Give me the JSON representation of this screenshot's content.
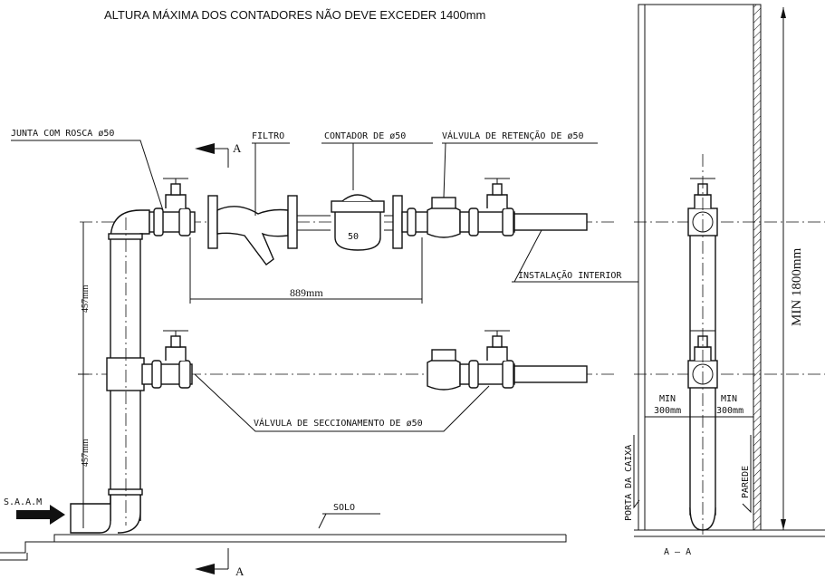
{
  "title": "ALTURA MÁXIMA DOS CONTADORES NÃO DEVE EXCEDER 1400mm",
  "labels": {
    "junta": "JUNTA COM ROSCA ø50",
    "filtro": "FILTRO",
    "contador": "CONTADOR DE ø50",
    "retencao": "VÁLVULA DE RETENÇÃO DE ø50",
    "meter_number": "50",
    "instalacao": "INSTALAÇÃO INTERIOR",
    "seccionamento": "VÁLVULA DE SECCIONAMENTO DE ø50",
    "saam": "S.A.A.M",
    "solo": "SOLO",
    "section_mark": "A",
    "section_title": "A — A",
    "porta": "PORTA DA CAIXA",
    "parede": "PAREDE"
  },
  "dimensions": {
    "length": "889mm",
    "height_upper": "457mm",
    "height_lower": "457mm",
    "min_label": "MIN",
    "clear_left": "300mm",
    "clear_right": "300mm",
    "min_height": "MIN 1800mm"
  }
}
